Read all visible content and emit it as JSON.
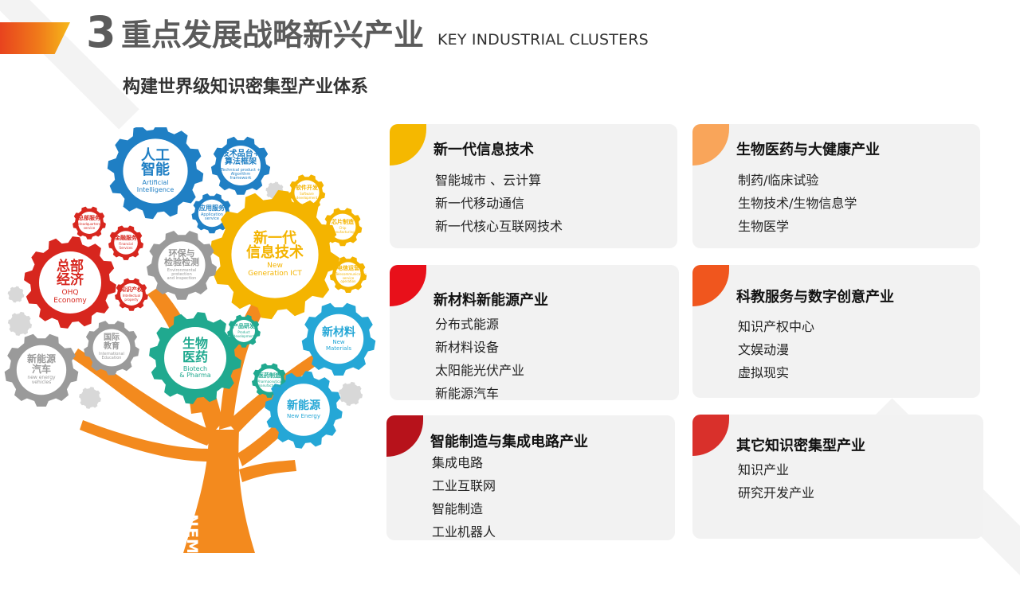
{
  "header": {
    "number": "3",
    "title": "重点发展战略新兴产业",
    "title_en": "KEY INDUSTRIAL CLUSTERS",
    "subtitle": "构建世界级知识密集型产业体系"
  },
  "tree": {
    "trunk_text": "IAB+NEM",
    "gears": [
      {
        "id": "ai",
        "zh": "人工\n智能",
        "en": "Artificial\nIntelligence",
        "color": "#1f7fc4"
      },
      {
        "id": "tech-platform",
        "zh": "技术品台+\n算法框架",
        "en": "Technical product +\nAlgorithm framework",
        "color": "#1f7fc4"
      },
      {
        "id": "app-service",
        "zh": "应用服务",
        "en": "Application\nservice",
        "color": "#1f7fc4"
      },
      {
        "id": "software",
        "zh": "软件开发",
        "en": "Software\ndevelopment",
        "color": "#f4b400"
      },
      {
        "id": "chip",
        "zh": "芯片制造",
        "en": "Chip\nmanufacturing",
        "color": "#f4b400"
      },
      {
        "id": "telecom",
        "zh": "电信运营",
        "en": "Telecommunication\nservice\noperation",
        "color": "#f4b400"
      },
      {
        "id": "ict",
        "zh": "新一代\n信息技术",
        "en": "New\nGeneration ICT",
        "color": "#f4b400"
      },
      {
        "id": "hq-service",
        "zh": "总部服务",
        "en": "Headquarters\nservice",
        "color": "#d7261e"
      },
      {
        "id": "finance",
        "zh": "金融服务",
        "en": "Financial\nServices",
        "color": "#d7261e"
      },
      {
        "id": "ohq",
        "zh": "总部\n经济",
        "en": "OHQ\nEconomy",
        "color": "#d7261e"
      },
      {
        "id": "ip",
        "zh": "知识产权",
        "en": "Intellectual\nproperty",
        "color": "#d7261e"
      },
      {
        "id": "env",
        "zh": "环保与\n检验检测",
        "en": "Environmental\nprotection\nand inspection",
        "color": "#9a9a9a"
      },
      {
        "id": "edu",
        "zh": "国际\n教育",
        "en": "International\nEducation",
        "color": "#9a9a9a"
      },
      {
        "id": "nev",
        "zh": "新能源\n汽车",
        "en": "new energy\nvehicles",
        "color": "#9a9a9a"
      },
      {
        "id": "bio",
        "zh": "生物\n医药",
        "en": "Biotech\n& Pharma",
        "color": "#20a98f"
      },
      {
        "id": "product-dev",
        "zh": "产品研发",
        "en": "Product\ndevelopment",
        "color": "#20a98f"
      },
      {
        "id": "pharma-mfg",
        "zh": "医药制造",
        "en": "Pharmaceutical\nmanufacturing",
        "color": "#20a98f"
      },
      {
        "id": "materials",
        "zh": "新材料",
        "en": "New\nMaterials",
        "color": "#25a7d6"
      },
      {
        "id": "energy",
        "zh": "新能源",
        "en": "New Energy",
        "color": "#25a7d6"
      }
    ]
  },
  "cards": [
    {
      "id": "ict",
      "title": "新一代信息技术",
      "color": "#f5b800",
      "items": [
        "智能城市 、云计算",
        "新一代移动通信",
        "新一代核心互联网技术"
      ]
    },
    {
      "id": "bio",
      "title": "生物医药与大健康产业",
      "color": "#f9a55a",
      "items": [
        "制药/临床试验",
        "生物技术/生物信息学",
        "生物医学"
      ]
    },
    {
      "id": "materials",
      "title": "新材料新能源产业",
      "color": "#e8101a",
      "items": [
        "分布式能源",
        "新材料设备",
        "太阳能光伏产业",
        "新能源汽车"
      ]
    },
    {
      "id": "edu",
      "title": "科教服务与数字创意产业",
      "color": "#f0561e",
      "items": [
        "知识产权中心",
        "文娱动漫",
        "虚拟现实"
      ]
    },
    {
      "id": "mfg",
      "title": "智能制造与集成电路产业",
      "color": "#b7121b",
      "items": [
        "集成电路",
        "工业互联网",
        "智能制造",
        "工业机器人"
      ]
    },
    {
      "id": "other",
      "title": "其它知识密集型产业",
      "color": "#d9302b",
      "items": [
        "知识产业",
        "研究开发产业"
      ]
    }
  ]
}
